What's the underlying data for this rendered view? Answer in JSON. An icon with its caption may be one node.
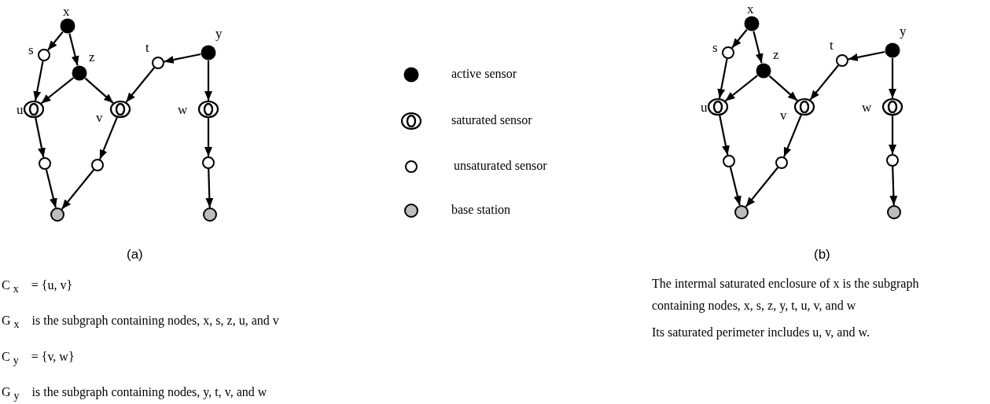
{
  "diagram": {
    "nodes": [
      {
        "text": [],
        "shape": "dot",
        "beside": [
          "x"
        ]
      },
      {
        "text": [],
        "shape": "circle",
        "beside": [
          "s"
        ]
      },
      {
        "text": [],
        "shape": "dot",
        "beside": [
          "z"
        ]
      },
      {
        "text": [],
        "shape": "circle",
        "beside": [
          "t"
        ]
      },
      {
        "text": [],
        "shape": "dot",
        "beside": [
          "y"
        ]
      },
      {
        "text": [],
        "shape": "ring",
        "beside": [
          "u"
        ]
      },
      {
        "text": [],
        "shape": "ring",
        "beside": [
          "v"
        ]
      },
      {
        "text": [],
        "shape": "ring",
        "beside": [
          "w"
        ]
      },
      {
        "text": [],
        "shape": "circle"
      },
      {
        "text": [],
        "shape": "circle"
      },
      {
        "text": [],
        "shape": "circle"
      },
      {
        "text": [],
        "shape": "disc"
      },
      {
        "text": [],
        "shape": "disc"
      },
      {
        "text": [],
        "shape": "dot",
        "beside": [
          "x"
        ]
      },
      {
        "text": [],
        "shape": "circle",
        "beside": [
          "s"
        ]
      },
      {
        "text": [],
        "shape": "dot",
        "beside": [
          "z"
        ]
      },
      {
        "text": [],
        "shape": "circle",
        "beside": [
          "t"
        ]
      },
      {
        "text": [],
        "shape": "dot",
        "beside": [
          "y"
        ]
      },
      {
        "text": [],
        "shape": "ring",
        "beside": [
          "u"
        ]
      },
      {
        "text": [],
        "shape": "ring",
        "beside": [
          "v"
        ]
      },
      {
        "text": [],
        "shape": "ring",
        "beside": [
          "w"
        ]
      },
      {
        "text": [],
        "shape": "circle"
      },
      {
        "text": [],
        "shape": "circle"
      },
      {
        "text": [],
        "shape": "circle"
      },
      {
        "text": [],
        "shape": "disc"
      },
      {
        "text": [],
        "shape": "disc"
      }
    ],
    "edges": [
      {
        "from": 0,
        "to": 1,
        "arrow": "to"
      },
      {
        "from": 0,
        "to": 2,
        "arrow": "to"
      },
      {
        "from": 1,
        "to": 5,
        "arrow": "to"
      },
      {
        "from": 2,
        "to": 5,
        "arrow": "to"
      },
      {
        "from": 2,
        "to": 6,
        "arrow": "to"
      },
      {
        "from": 4,
        "to": 3,
        "arrow": "to"
      },
      {
        "from": 3,
        "to": 6,
        "arrow": "to"
      },
      {
        "from": 4,
        "to": 7,
        "arrow": "to"
      },
      {
        "from": 5,
        "to": 8,
        "arrow": "to"
      },
      {
        "from": 6,
        "to": 9,
        "arrow": "to"
      },
      {
        "from": 7,
        "to": 10,
        "arrow": "to"
      },
      {
        "from": 8,
        "to": 11,
        "arrow": "to"
      },
      {
        "from": 9,
        "to": 11,
        "arrow": "to"
      },
      {
        "from": 10,
        "to": 12,
        "arrow": "to"
      },
      {
        "from": 13,
        "to": 14,
        "arrow": "to"
      },
      {
        "from": 13,
        "to": 15,
        "arrow": "to"
      },
      {
        "from": 14,
        "to": 18,
        "arrow": "to"
      },
      {
        "from": 15,
        "to": 18,
        "arrow": "to"
      },
      {
        "from": 15,
        "to": 19,
        "arrow": "to"
      },
      {
        "from": 17,
        "to": 16,
        "arrow": "to"
      },
      {
        "from": 16,
        "to": 19,
        "arrow": "to"
      },
      {
        "from": 17,
        "to": 20,
        "arrow": "to"
      },
      {
        "from": 18,
        "to": 21,
        "arrow": "to"
      },
      {
        "from": 19,
        "to": 22,
        "arrow": "to"
      },
      {
        "from": 20,
        "to": 23,
        "arrow": "to"
      },
      {
        "from": 21,
        "to": 24,
        "arrow": "to"
      },
      {
        "from": 22,
        "to": 24,
        "arrow": "to"
      },
      {
        "from": 23,
        "to": 25,
        "arrow": "to"
      }
    ],
    "labels": [
      "(a)",
      "(b)",
      "C$_{x}$ = {u, v}",
      "G$_{x}$ is the subgraph containing nodes, x, s, z, u, and v",
      "C$_{y}$ = {v, w}",
      "G$_{y}$ is the subgraph containing nodes, y, t, v, and w",
      "The intermal saturated enclosure of x is the subgraph containing nodes, x, s, z, y, t, u, v, and w",
      "Its saturated perimeter includes u, v, and w."
    ],
    "legend": [
      {
        "text": "active sensor"
      },
      {
        "text": "saturated sensor"
      },
      {
        "text": "unsaturated sensor"
      },
      {
        "text": "base station",
        "color": "#bdbdbd"
      }
    ]
  }
}
